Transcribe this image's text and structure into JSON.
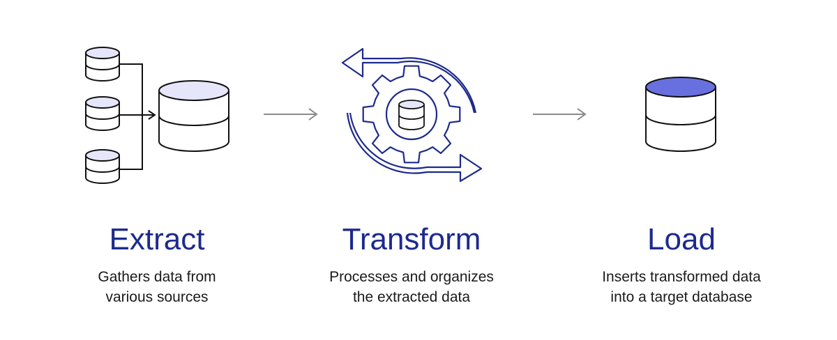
{
  "colors": {
    "navy": "#1d2a8c",
    "ink": "#111111",
    "lavender": "#e6e6fb",
    "periwinkle": "#6870e0",
    "arrow_gray": "#8a8a8a"
  },
  "steps": [
    {
      "title": "Extract",
      "desc_line1": "Gathers data from",
      "desc_line2": "various sources",
      "icon": "database-sources-icon"
    },
    {
      "title": "Transform",
      "desc_line1": "Processes and organizes",
      "desc_line2": "the extracted data",
      "icon": "gear-cycle-icon"
    },
    {
      "title": "Load",
      "desc_line1": "Inserts transformed data",
      "desc_line2": "into a target database",
      "icon": "target-database-icon"
    }
  ]
}
